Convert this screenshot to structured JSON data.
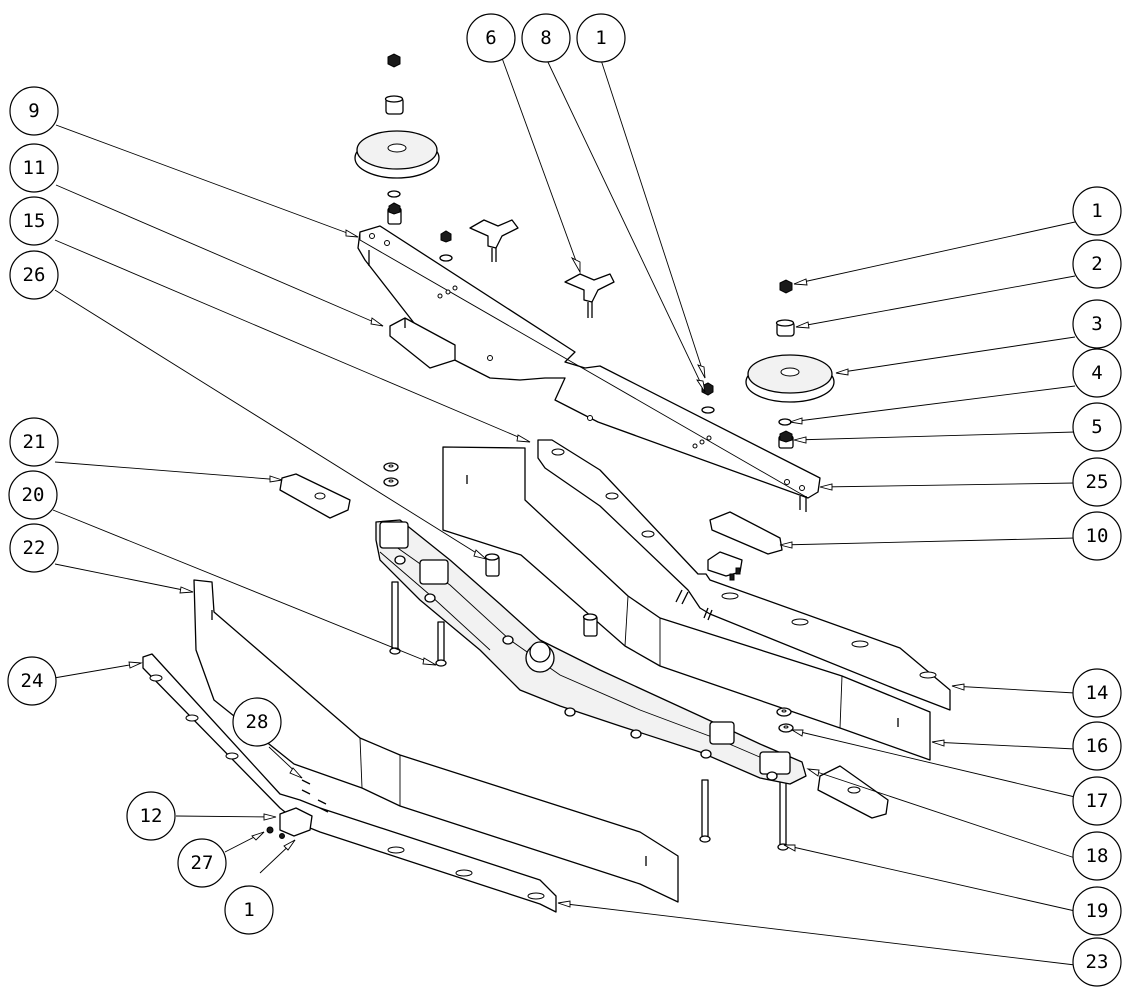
{
  "balloons": [
    {
      "id": "b6a",
      "label": "6"
    },
    {
      "id": "b8a",
      "label": "8"
    },
    {
      "id": "b1a",
      "label": "1"
    },
    {
      "id": "b9",
      "label": "9"
    },
    {
      "id": "b11",
      "label": "11"
    },
    {
      "id": "b15",
      "label": "15"
    },
    {
      "id": "b26",
      "label": "26"
    },
    {
      "id": "b21",
      "label": "21"
    },
    {
      "id": "b20",
      "label": "20"
    },
    {
      "id": "b22",
      "label": "22"
    },
    {
      "id": "b24",
      "label": "24"
    },
    {
      "id": "b28",
      "label": "28"
    },
    {
      "id": "b12",
      "label": "12"
    },
    {
      "id": "b27",
      "label": "27"
    },
    {
      "id": "b1c",
      "label": "1"
    },
    {
      "id": "b1b",
      "label": "1"
    },
    {
      "id": "b2",
      "label": "2"
    },
    {
      "id": "b3",
      "label": "3"
    },
    {
      "id": "b4",
      "label": "4"
    },
    {
      "id": "b5",
      "label": "5"
    },
    {
      "id": "b25",
      "label": "25"
    },
    {
      "id": "b10",
      "label": "10"
    },
    {
      "id": "b14",
      "label": "14"
    },
    {
      "id": "b16",
      "label": "16"
    },
    {
      "id": "b17",
      "label": "17"
    },
    {
      "id": "b18",
      "label": "18"
    },
    {
      "id": "b19",
      "label": "19"
    },
    {
      "id": "b23",
      "label": "23"
    }
  ]
}
